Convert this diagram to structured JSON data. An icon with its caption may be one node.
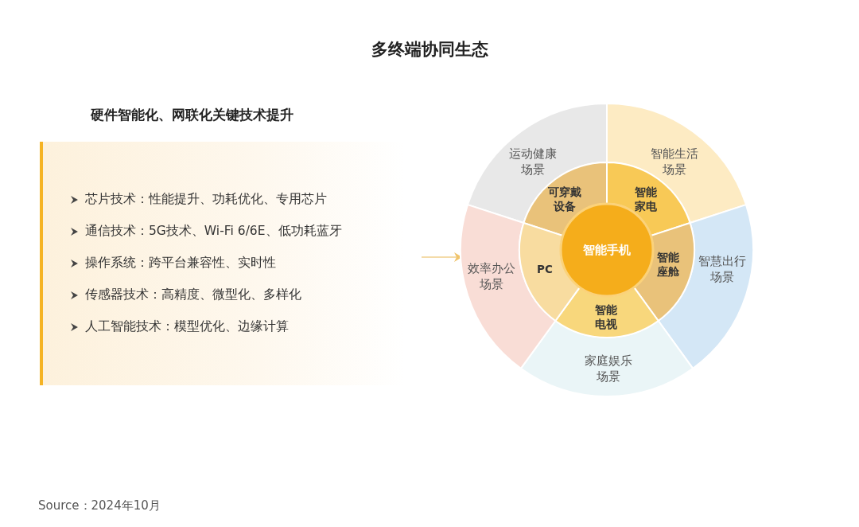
{
  "diagram": {
    "title": "多终端协同生态",
    "nodes": [
      {
        "text": [
          "硬件智能化、网联化关键技术提升",
          "芯片技术：性能提升、功耗优化、专用芯片",
          "通信技术：5G技术、Wi-Fi 6/6E、低功耗蓝牙",
          "操作系统：跨平台兼容性、实时性",
          "传感器技术：高精度、微型化、多样化",
          "人工智能技术：模型优化、边缘计算"
        ]
      },
      {
        "text": [
          "运动健康场景"
        ]
      },
      {
        "text": [
          "智能生活场景"
        ]
      },
      {
        "text": [
          "智慧出行场景"
        ]
      },
      {
        "text": [
          "家庭娱乐场景"
        ]
      },
      {
        "text": [
          "效率办公场景"
        ]
      },
      {
        "text": [
          "可穿戴设备"
        ]
      },
      {
        "text": [
          "智能家电"
        ]
      },
      {
        "text": [
          "智能座舱"
        ]
      },
      {
        "text": [
          "智能电视"
        ]
      },
      {
        "text": [
          "PC"
        ]
      },
      {
        "text": [
          "智能手机"
        ]
      }
    ],
    "edges": [
      {
        "from": 0,
        "to": 5,
        "arrow": "to"
      }
    ],
    "labels": [
      "Source：2024年10月"
    ]
  }
}
